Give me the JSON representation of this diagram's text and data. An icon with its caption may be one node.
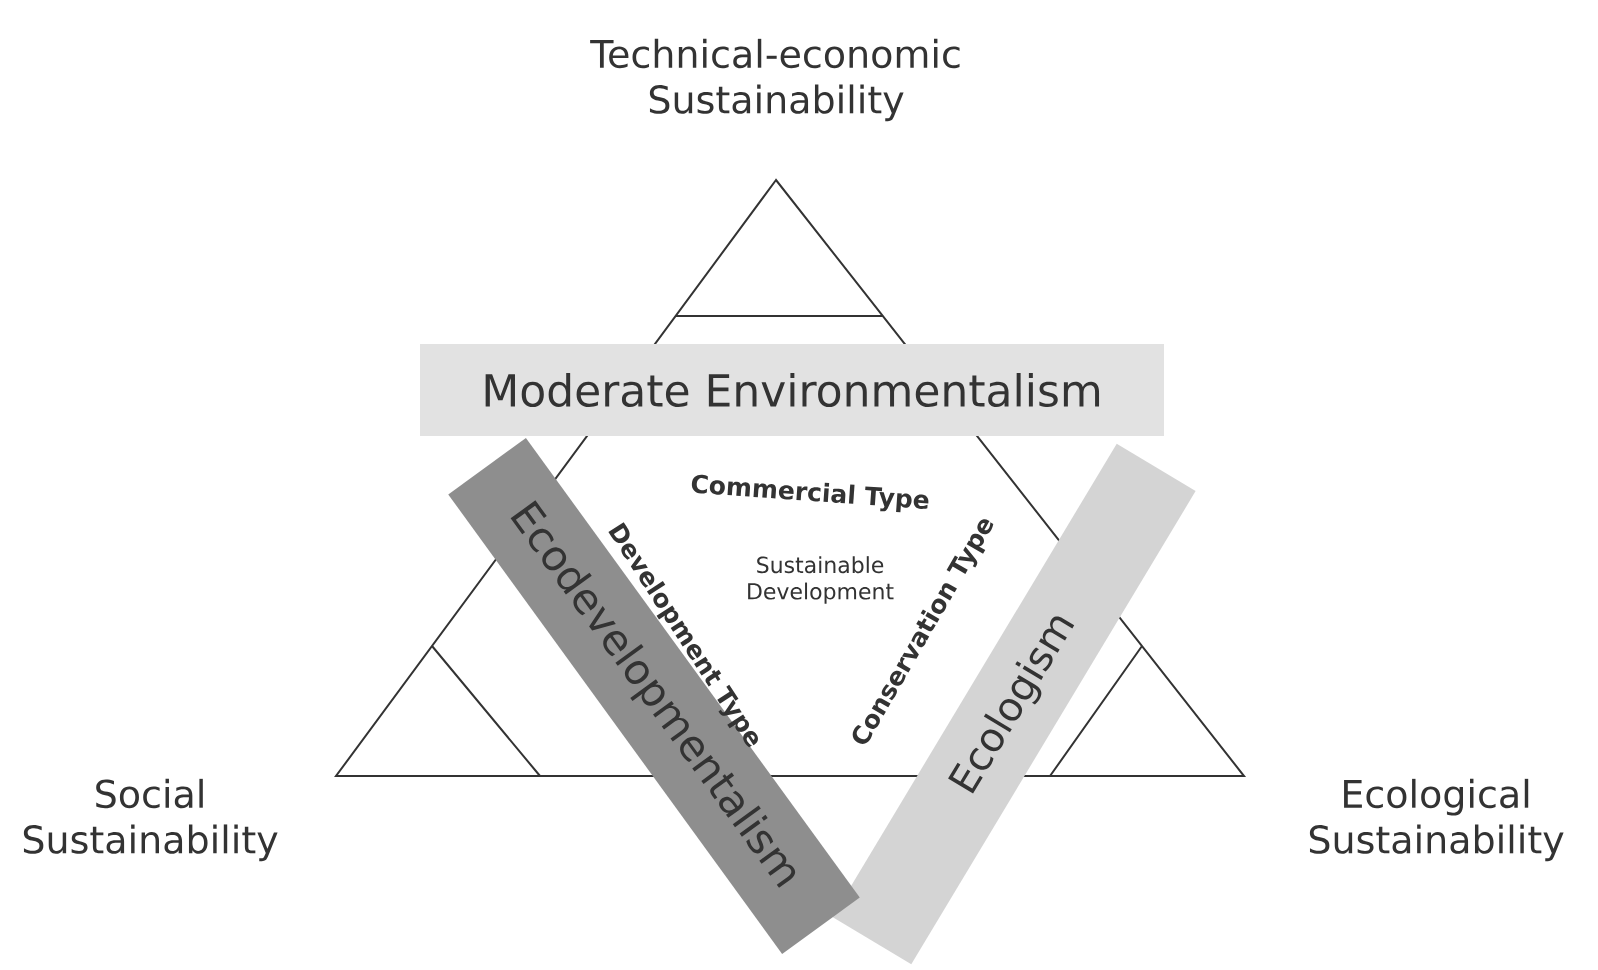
{
  "diagram": {
    "nodes": [
      {
        "text": [
          "Moderate Environmentalism"
        ]
      },
      {
        "text": [
          "Ecodevelopmentalism"
        ]
      },
      {
        "text": [
          "Ecologism"
        ]
      }
    ],
    "labels": [
      "Technical-economic Sustainability",
      "Commercial Type",
      "Development Type",
      "Sustainable Development",
      "Conservation Type",
      "Social Sustainability",
      "Ecological Sustainability"
    ]
  }
}
